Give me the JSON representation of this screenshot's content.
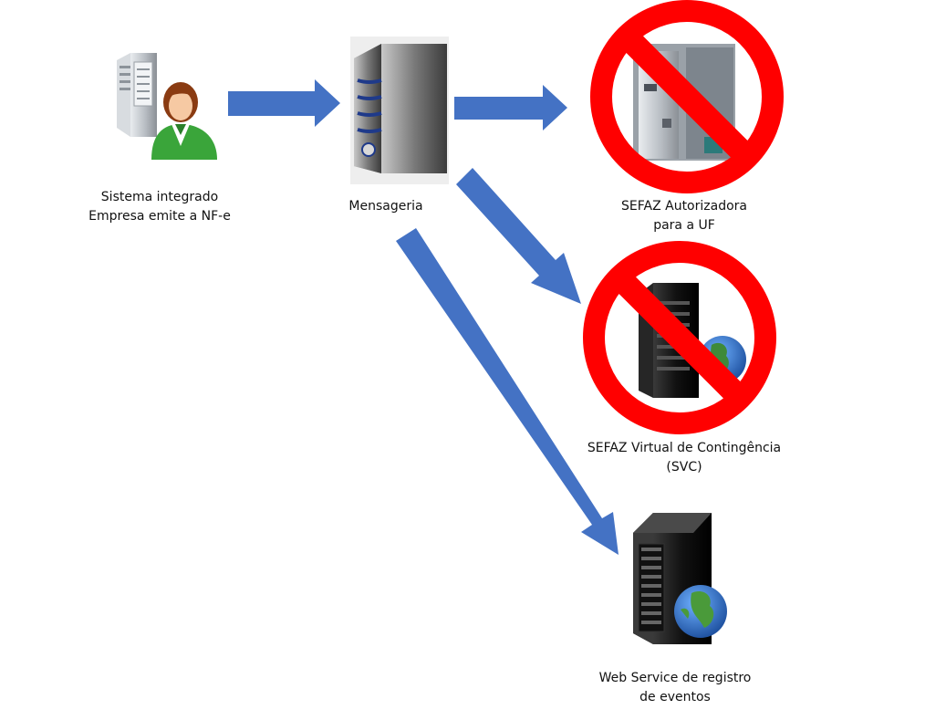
{
  "nodes": {
    "sistema": {
      "line1": "Sistema integrado",
      "line2": "Empresa emite a NF-e",
      "icon": "server-user-icon"
    },
    "mensageria": {
      "line1": "Mensageria",
      "icon": "server-icon"
    },
    "sefaz_autorizadora": {
      "line1": "SEFAZ Autorizadora",
      "line2": "para a UF",
      "icon": "server-icon",
      "status": "unavailable"
    },
    "svc": {
      "line1": "SEFAZ Virtual de Contingência",
      "line2": "(SVC)",
      "icon": "server-globe-icon",
      "status": "unavailable"
    },
    "web_service": {
      "line1": "Web Service de registro",
      "line2": "de eventos",
      "icon": "server-globe-icon"
    }
  },
  "edges": [
    {
      "from": "sistema",
      "to": "mensageria"
    },
    {
      "from": "mensageria",
      "to": "sefaz_autorizadora"
    },
    {
      "from": "mensageria",
      "to": "svc"
    },
    {
      "from": "mensageria",
      "to": "web_service"
    }
  ],
  "colors": {
    "arrow": "#4472c4",
    "prohibited": "#ff0000",
    "server_dark": "#1a1a1a",
    "globe_blue": "#2b6cc4",
    "user_shirt": "#3aa53a"
  }
}
